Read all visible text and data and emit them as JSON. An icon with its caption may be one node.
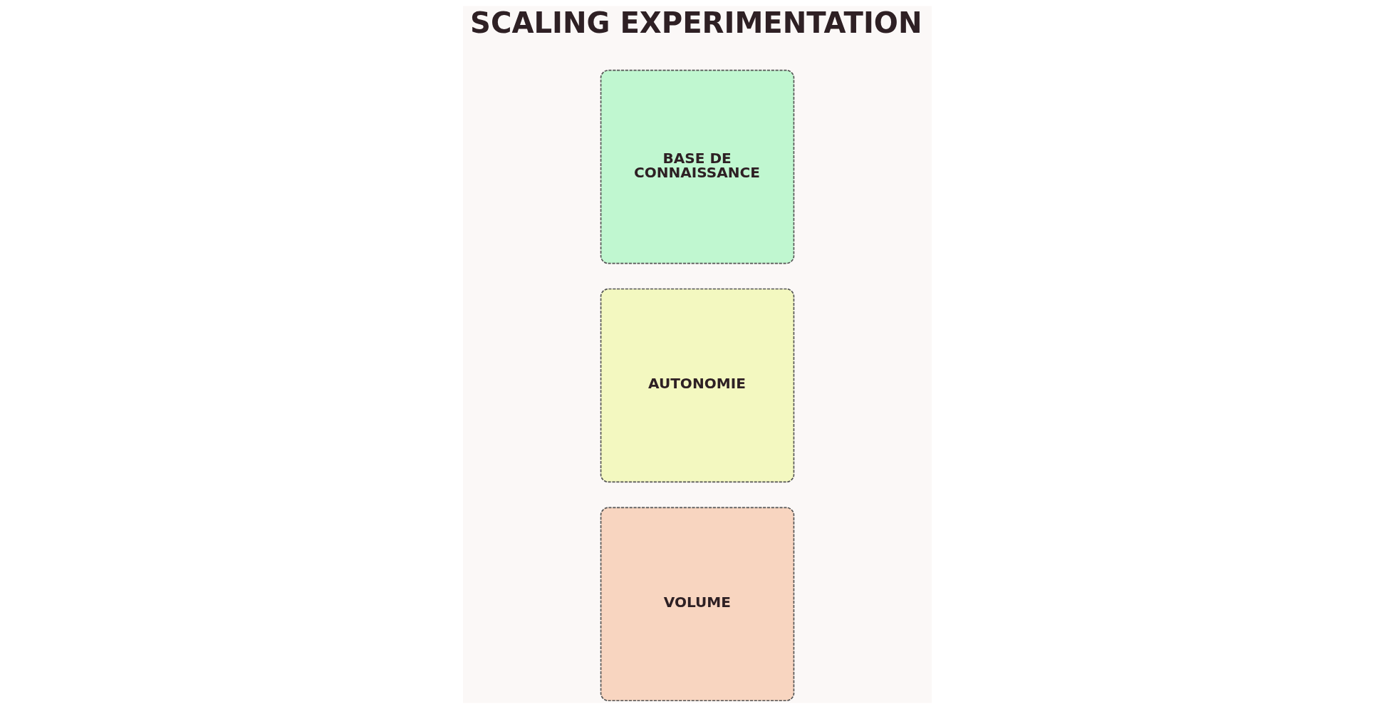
{
  "diagram": {
    "title": "SCALING EXPERIMENTATION",
    "nodes": [
      {
        "text": [
          "BASE DE CONNAISSANCE"
        ]
      },
      {
        "text": [
          "AUTONOMIE"
        ]
      },
      {
        "text": [
          "VOLUME"
        ]
      }
    ]
  }
}
